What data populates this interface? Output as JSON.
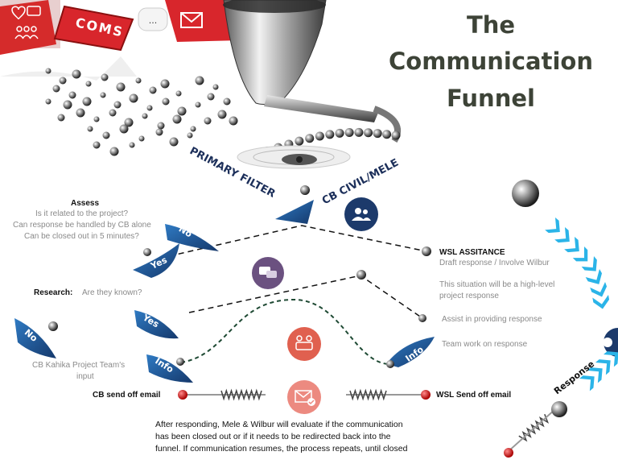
{
  "title": {
    "line1": "The",
    "line2": "Communication",
    "line3": "Funnel"
  },
  "banner": {
    "coms_label": "COMS",
    "chat_dots": "..."
  },
  "filters": {
    "primary": "PRIMARY FILTER",
    "cb": "CB CIVIL/MELE",
    "response": "Response"
  },
  "assess": {
    "heading": "Assess",
    "q1": "Is it related to the project?",
    "q2": "Can response be handled by CB alone",
    "q3": "Can be closed out in 5 minutes?"
  },
  "research": {
    "label": "Research:",
    "question": "Are they known?"
  },
  "pills": {
    "no": "No",
    "yes": "Yes",
    "info": "Info"
  },
  "cb_team_input": {
    "line1": "CB Kahika Project Team's",
    "line2": "input"
  },
  "wsl": {
    "heading": "WSL ASSITANCE",
    "line1": "Draft response / Involve Wilbur",
    "high1": "This situation will be a high-level",
    "high2": "project response",
    "assist": "Assist in providing response",
    "team": "Team work on response"
  },
  "emails": {
    "cb": "CB send off email",
    "wsl": "WSL Send off email"
  },
  "footer": {
    "line1": "After responding, Mele & Wilbur will evaluate if the communication",
    "line2": "has been closed out or if it needs to be redirected back into the",
    "line3": "funnel. If communication resumes, the process repeats, until closed"
  },
  "colors": {
    "navy": "#1c3a6b",
    "blue": "#1f63a8",
    "purple": "#6b5180",
    "coral": "#e0604f",
    "pink": "#ec8a80",
    "red_arrow": "#d8262c",
    "cyan": "#2bb4e8",
    "title": "#3d4337"
  },
  "icons": [
    "heart-icon",
    "chat-icon",
    "people-icon",
    "envelope-icon",
    "funnel-icon",
    "gear-icon",
    "team-icon",
    "speech-icon",
    "meeting-icon",
    "mail-check-icon",
    "spring-icon",
    "ball-icon"
  ]
}
